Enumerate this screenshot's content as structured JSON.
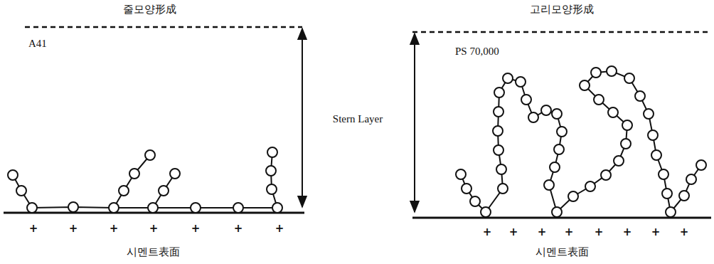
{
  "diagram": {
    "labels": [
      "줄모양形成",
      "고리모양形成",
      "A41",
      "Stern Layer",
      "PS 70,000",
      "+",
      "+",
      "+",
      "+",
      "+",
      "+",
      "+",
      "+",
      "+",
      "+",
      "+",
      "+",
      "+",
      "+",
      "+",
      "시멘트表面",
      "시멘트表面"
    ]
  }
}
